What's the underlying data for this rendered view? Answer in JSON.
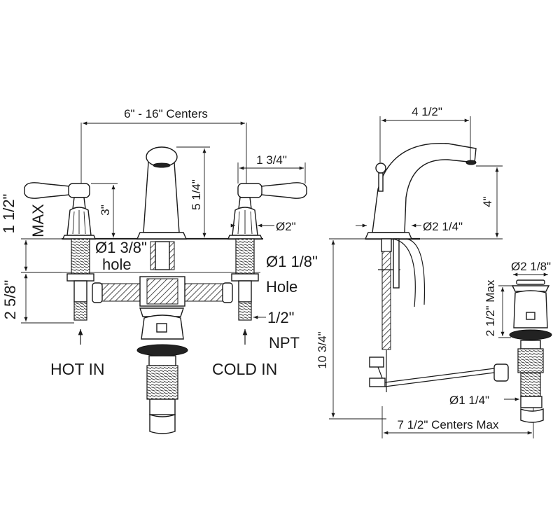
{
  "front_view": {
    "centers": "6\" - 16\" Centers",
    "handle_offset": "1 3/4\"",
    "spout_height": "5 1/4\"",
    "handle_height": "3\"",
    "base_dia": "Ø2\"",
    "max_deck": "1 1/2\"",
    "max_word": "MAX",
    "hole_small": "Ø1 3/8\"",
    "hole_small_word": "hole",
    "hole_large": "Ø1 1/8\"",
    "hole_large_word": "Hole",
    "shank": "2 5/8\"",
    "npt_size": "1/2\"",
    "npt_word": "NPT",
    "hot_in": "HOT IN",
    "cold_in": "COLD IN"
  },
  "side_view": {
    "reach": "4 1/2\"",
    "spout_rise": "4\"",
    "base_dia": "Ø2 1/4\"",
    "total_height": "10 3/4\"",
    "centers_max": "7 1/2\" Centers Max"
  },
  "drain_view": {
    "flange_dia": "Ø2 1/8\"",
    "height_max": "2 1/2\" Max",
    "tail_dia": "Ø1 1/4\""
  }
}
